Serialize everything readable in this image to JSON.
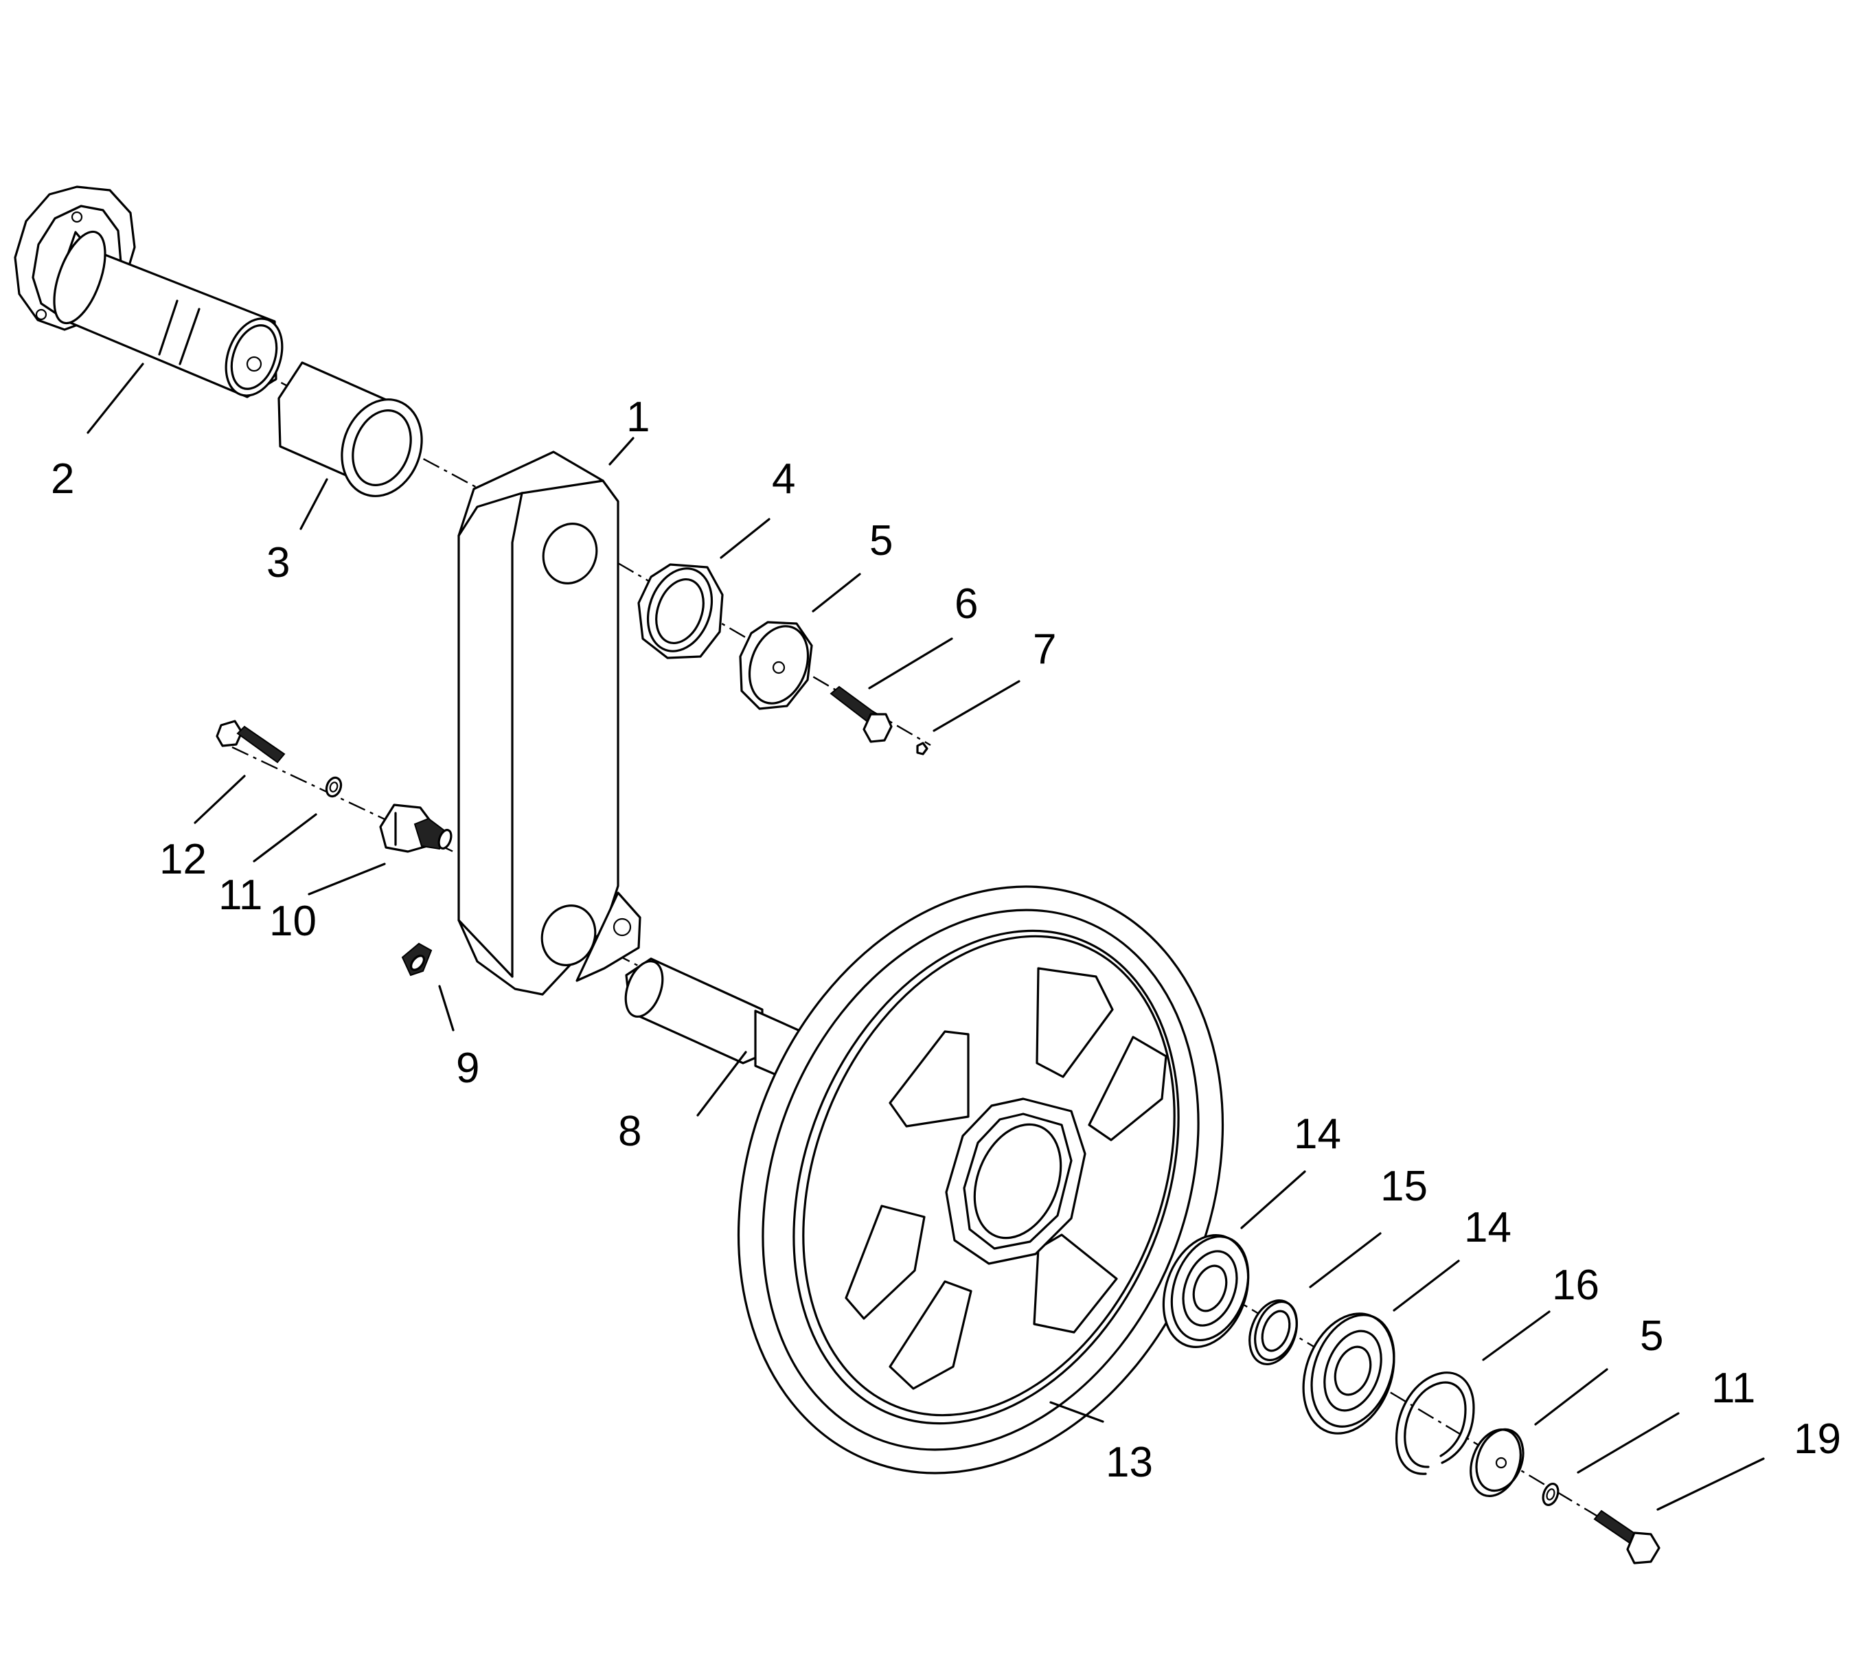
{
  "diagram": {
    "labels": {
      "p1": "1",
      "p2": "2",
      "p3": "3",
      "p4": "4",
      "p5a": "5",
      "p6": "6",
      "p7": "7",
      "p8": "8",
      "p9": "9",
      "p10": "10",
      "p11a": "11",
      "p12": "12",
      "p13": "13",
      "p14a": "14",
      "p15": "15",
      "p14b": "14",
      "p16": "16",
      "p5b": "5",
      "p11b": "11",
      "p19": "19"
    }
  }
}
